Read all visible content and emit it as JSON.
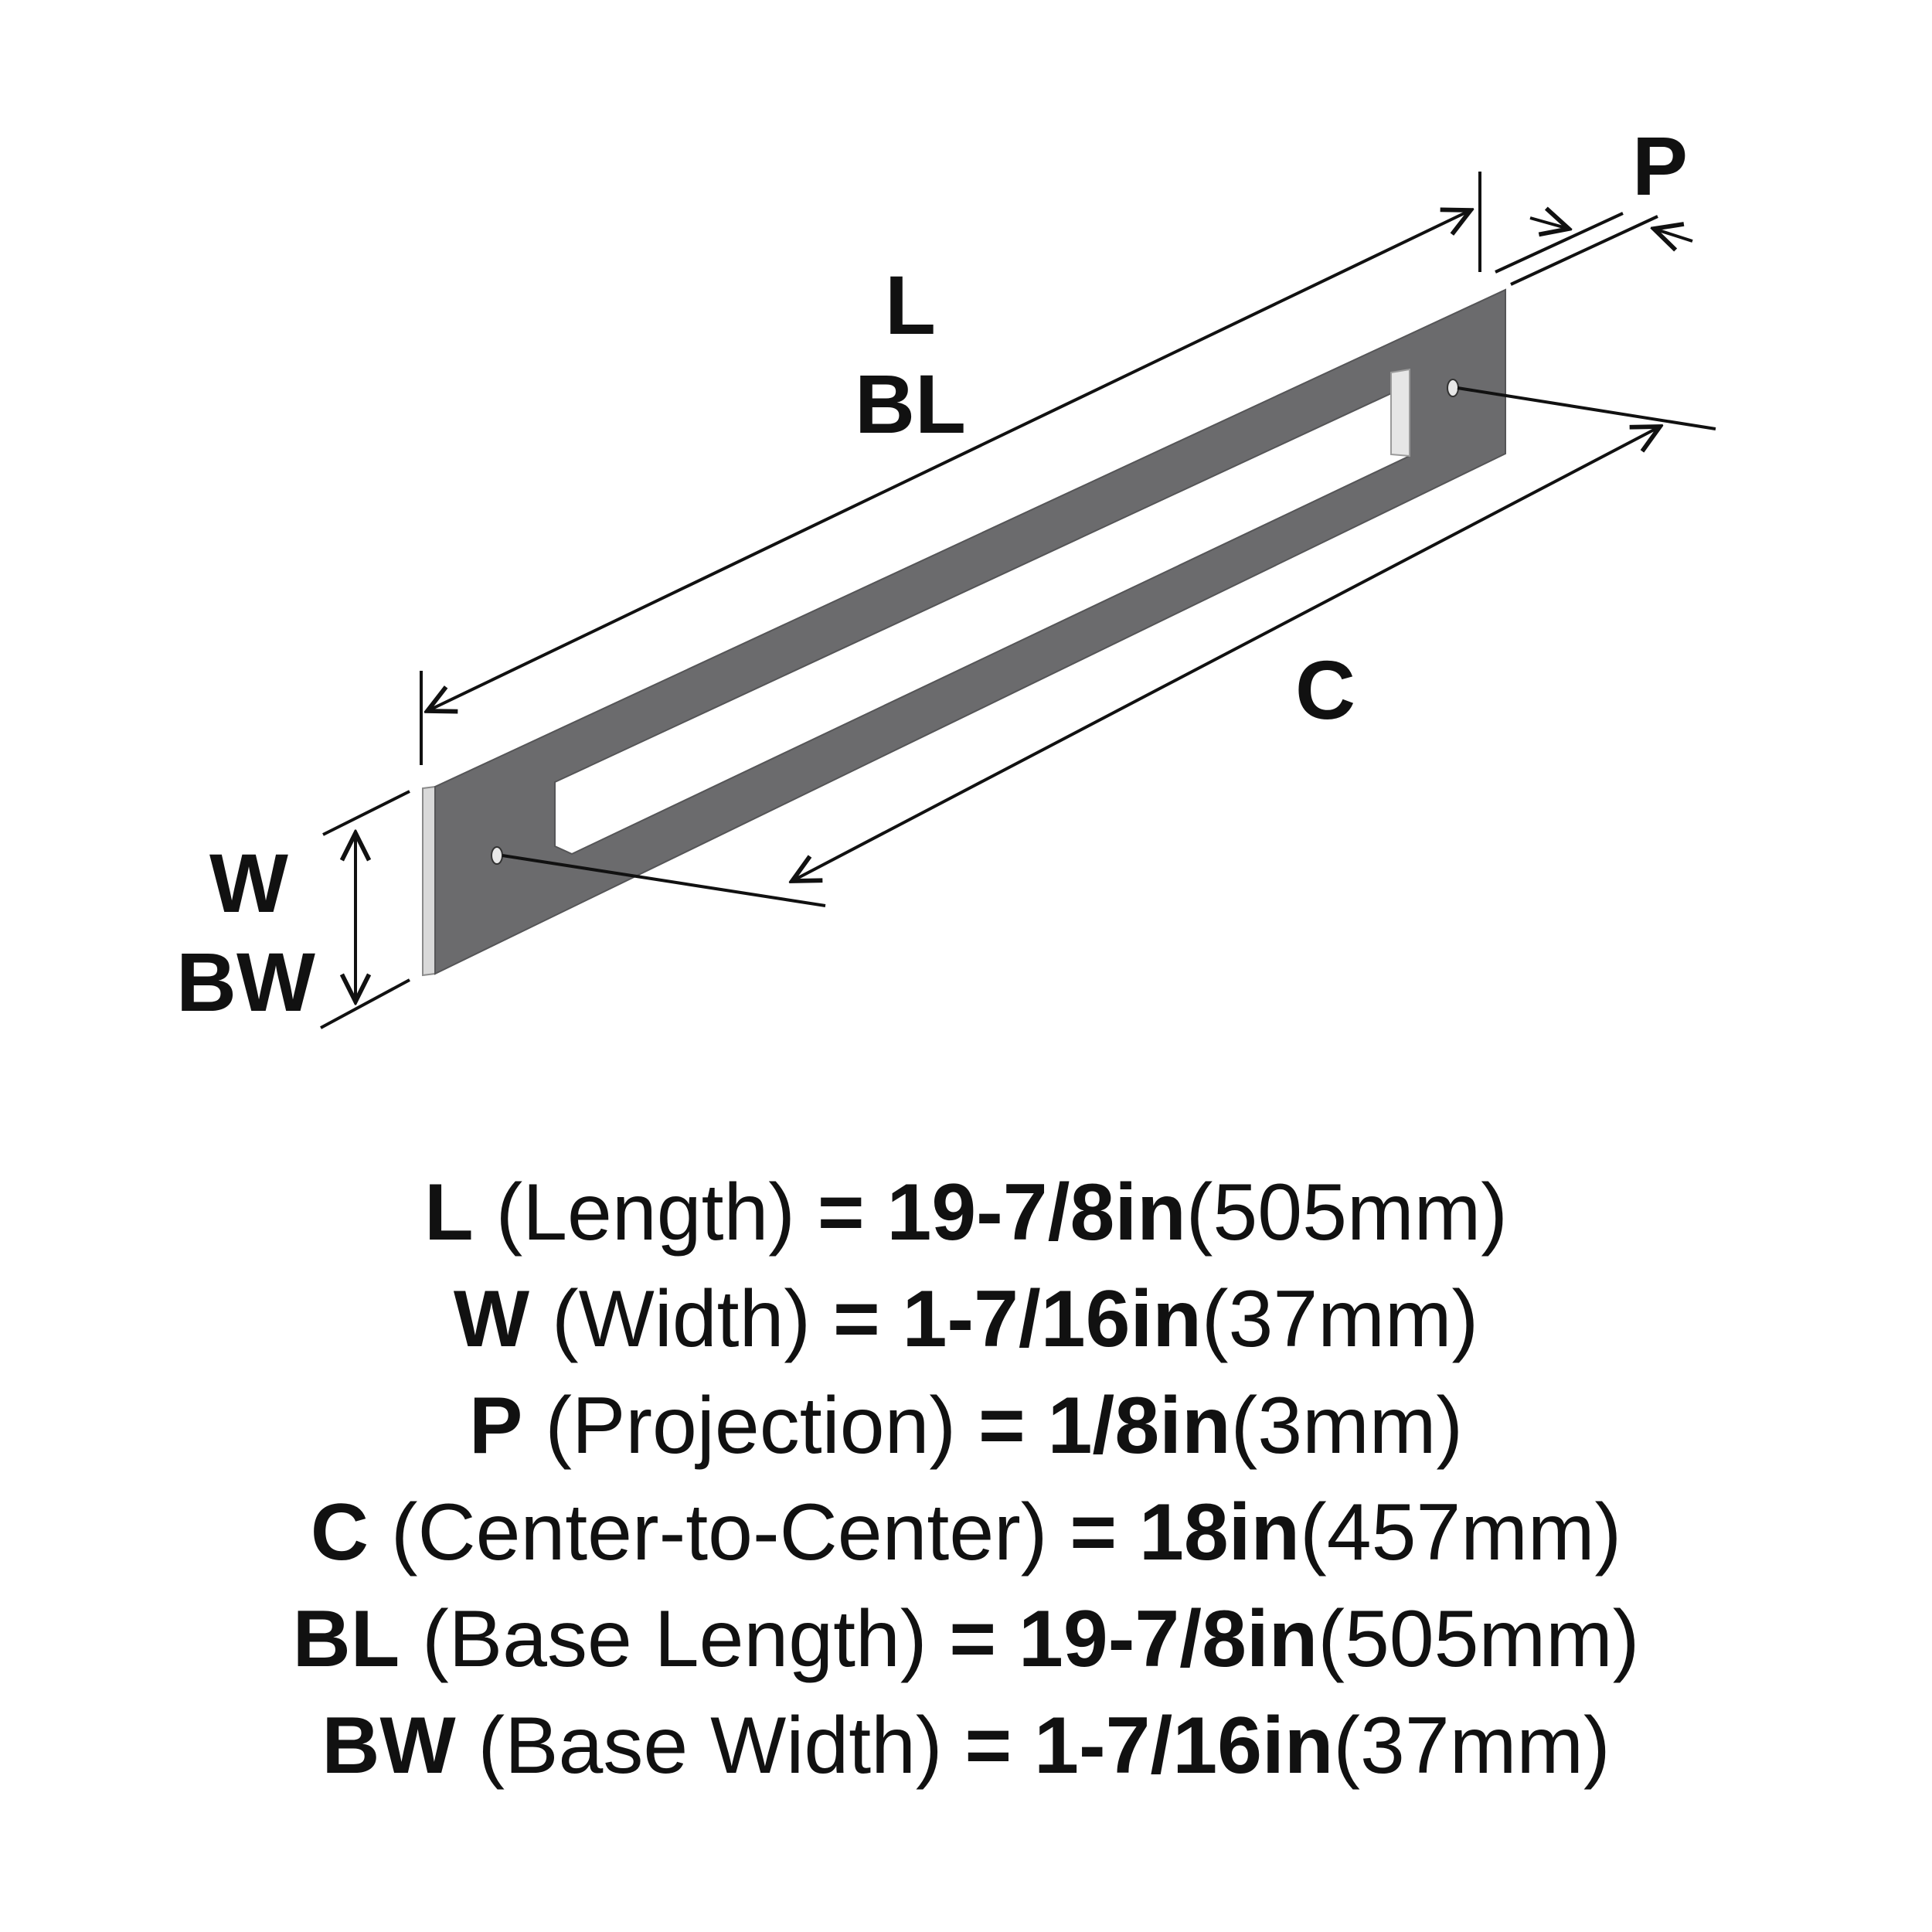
{
  "diagram": {
    "labels": {
      "L": "L",
      "BL": "BL",
      "P": "P",
      "C": "C",
      "W": "W",
      "BW": "BW"
    },
    "colors": {
      "plate": "#6b6b6d",
      "plate_edge": "#d9d9d9",
      "line": "#111111"
    }
  },
  "specs": [
    {
      "code": "L",
      "desc": "(Length)",
      "eq": "=",
      "imperial": "19-7/8in",
      "metric": "(505mm)"
    },
    {
      "code": "W",
      "desc": "(Width)",
      "eq": "=",
      "imperial": "1-7/16in",
      "metric": "(37mm)"
    },
    {
      "code": "P",
      "desc": "(Projection)",
      "eq": "=",
      "imperial": "1/8in",
      "metric": "(3mm)"
    },
    {
      "code": "C",
      "desc": "(Center-to-Center)",
      "eq": "=",
      "imperial": "18in",
      "metric": "(457mm)"
    },
    {
      "code": "BL",
      "desc": "(Base Length)",
      "eq": "=",
      "imperial": "19-7/8in",
      "metric": "(505mm)"
    },
    {
      "code": "BW",
      "desc": "(Base Width)",
      "eq": "=",
      "imperial": "1-7/16in",
      "metric": "(37mm)"
    }
  ]
}
